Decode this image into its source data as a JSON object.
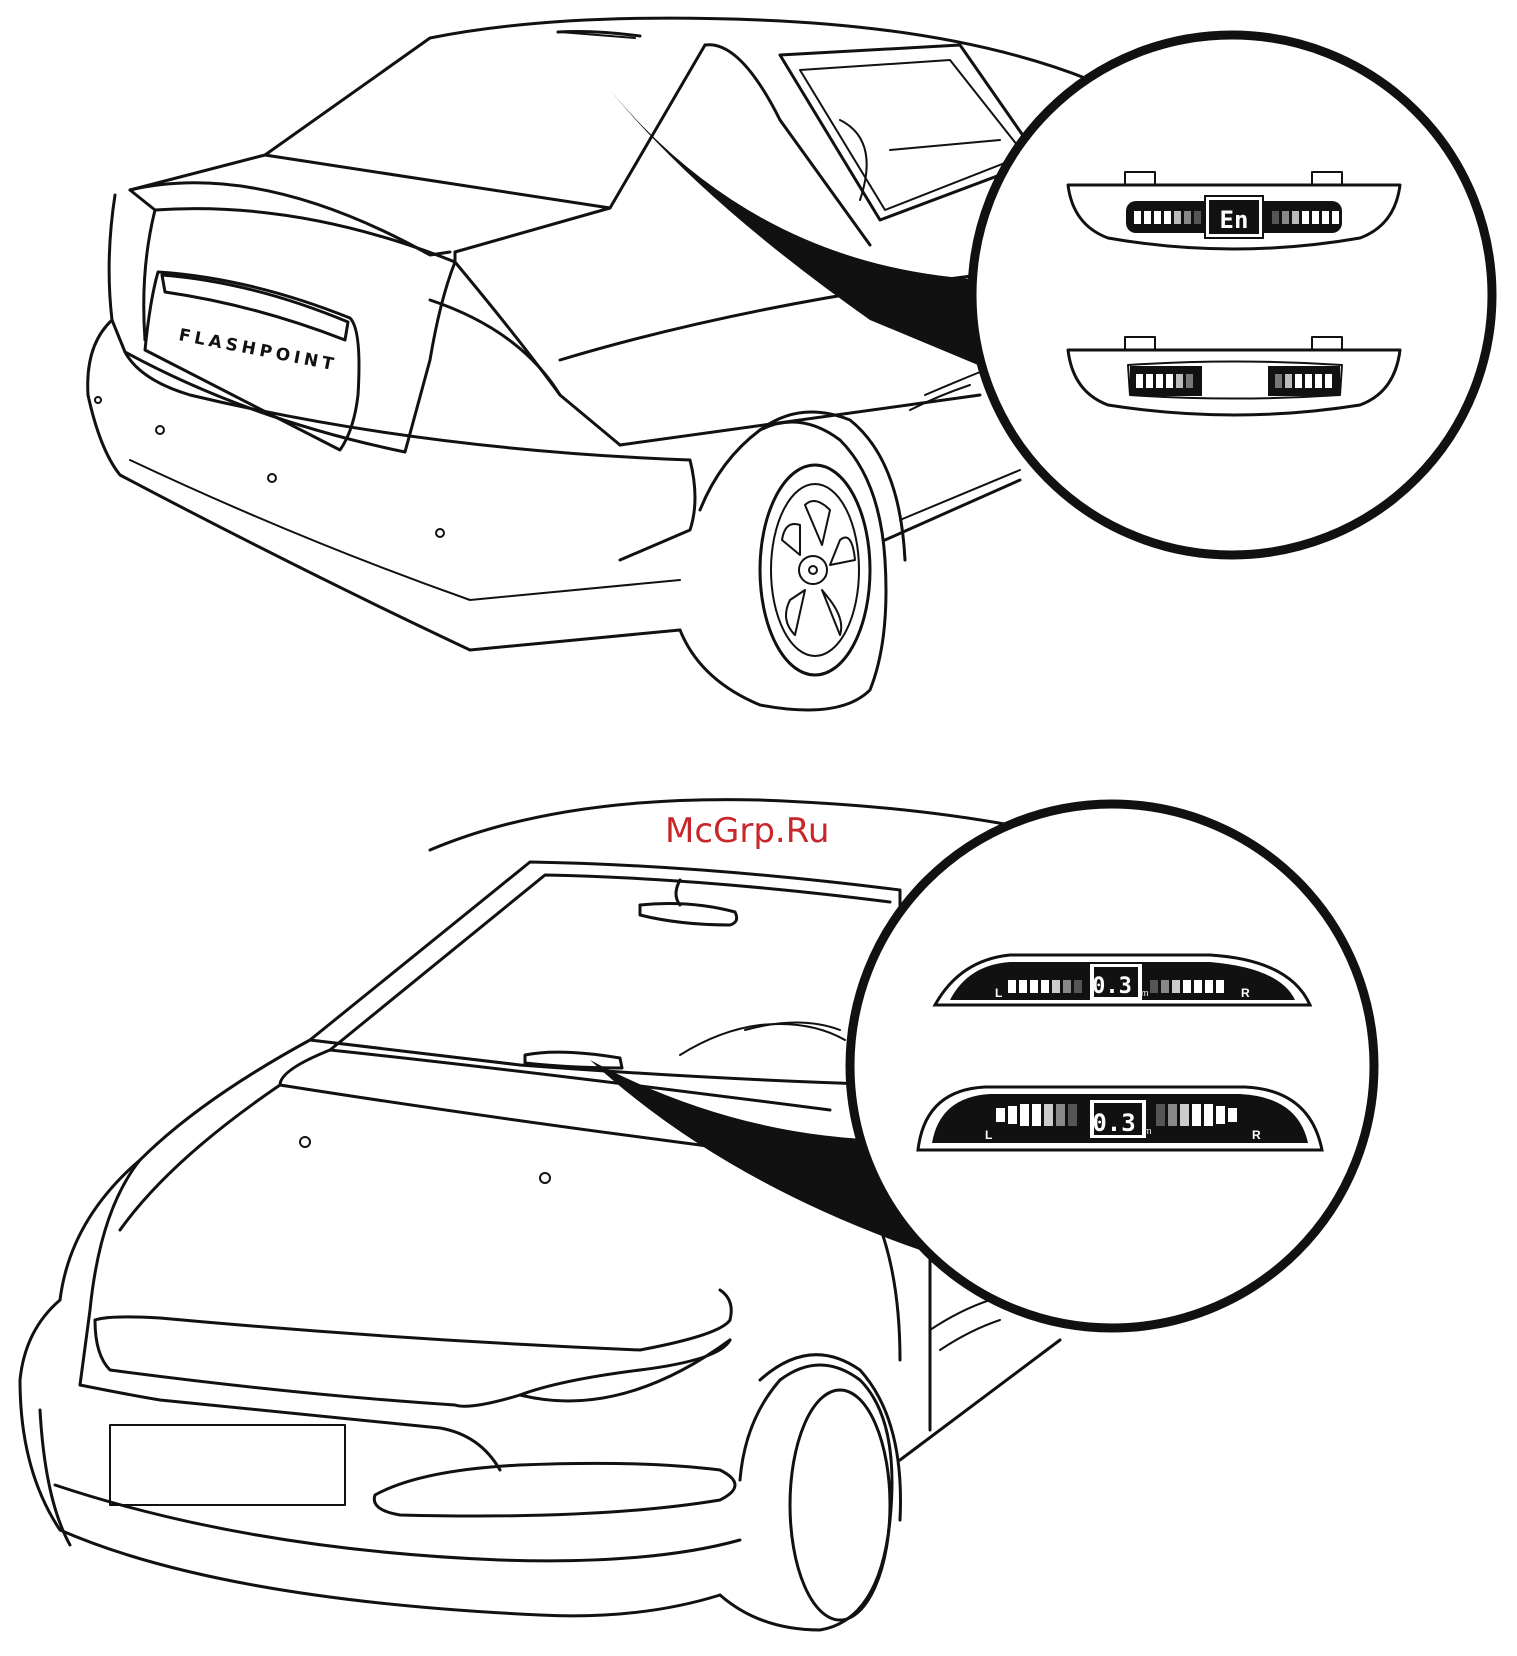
{
  "figure": {
    "watermark": "McGrp.Ru",
    "rear_car": {
      "plate_text": "FLASHPOINT"
    },
    "rear_inset": {
      "display_top_text": "En",
      "display_bottom_text": ""
    },
    "front_inset": {
      "display_top_value": "0.3",
      "display_top_unit": "m",
      "display_bottom_value": "0.3",
      "display_bottom_unit": "m",
      "left_label": "L",
      "right_label": "R"
    }
  },
  "colors": {
    "line": "#111111",
    "watermark": "#c8262b",
    "background": "#ffffff"
  }
}
